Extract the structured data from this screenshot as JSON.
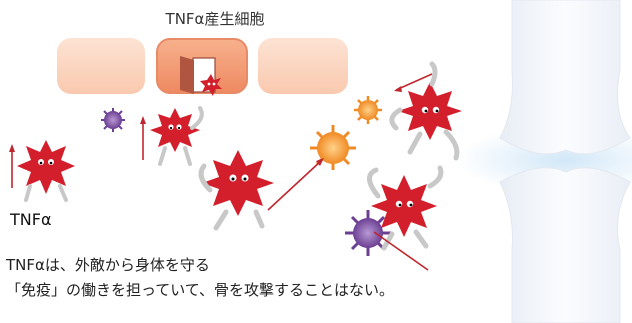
{
  "title": "TNFα産生細胞",
  "label": "TNFα",
  "caption": {
    "line1": "TNFαは、外敵から身体を守る",
    "line2": "「免疫」の働きを担っていて、骨を攻撃することはない。"
  },
  "colors": {
    "tnf_red": "#d21f2b",
    "pathogen_purple": "#7b4fa0",
    "pathogen_orange": "#f08a24",
    "cell_light": "#fbd7c2",
    "cell_active": "#f09a74",
    "bone": "#f4f6fa",
    "joint_glow": "#cfe6f7",
    "arrow": "#c0262e"
  }
}
